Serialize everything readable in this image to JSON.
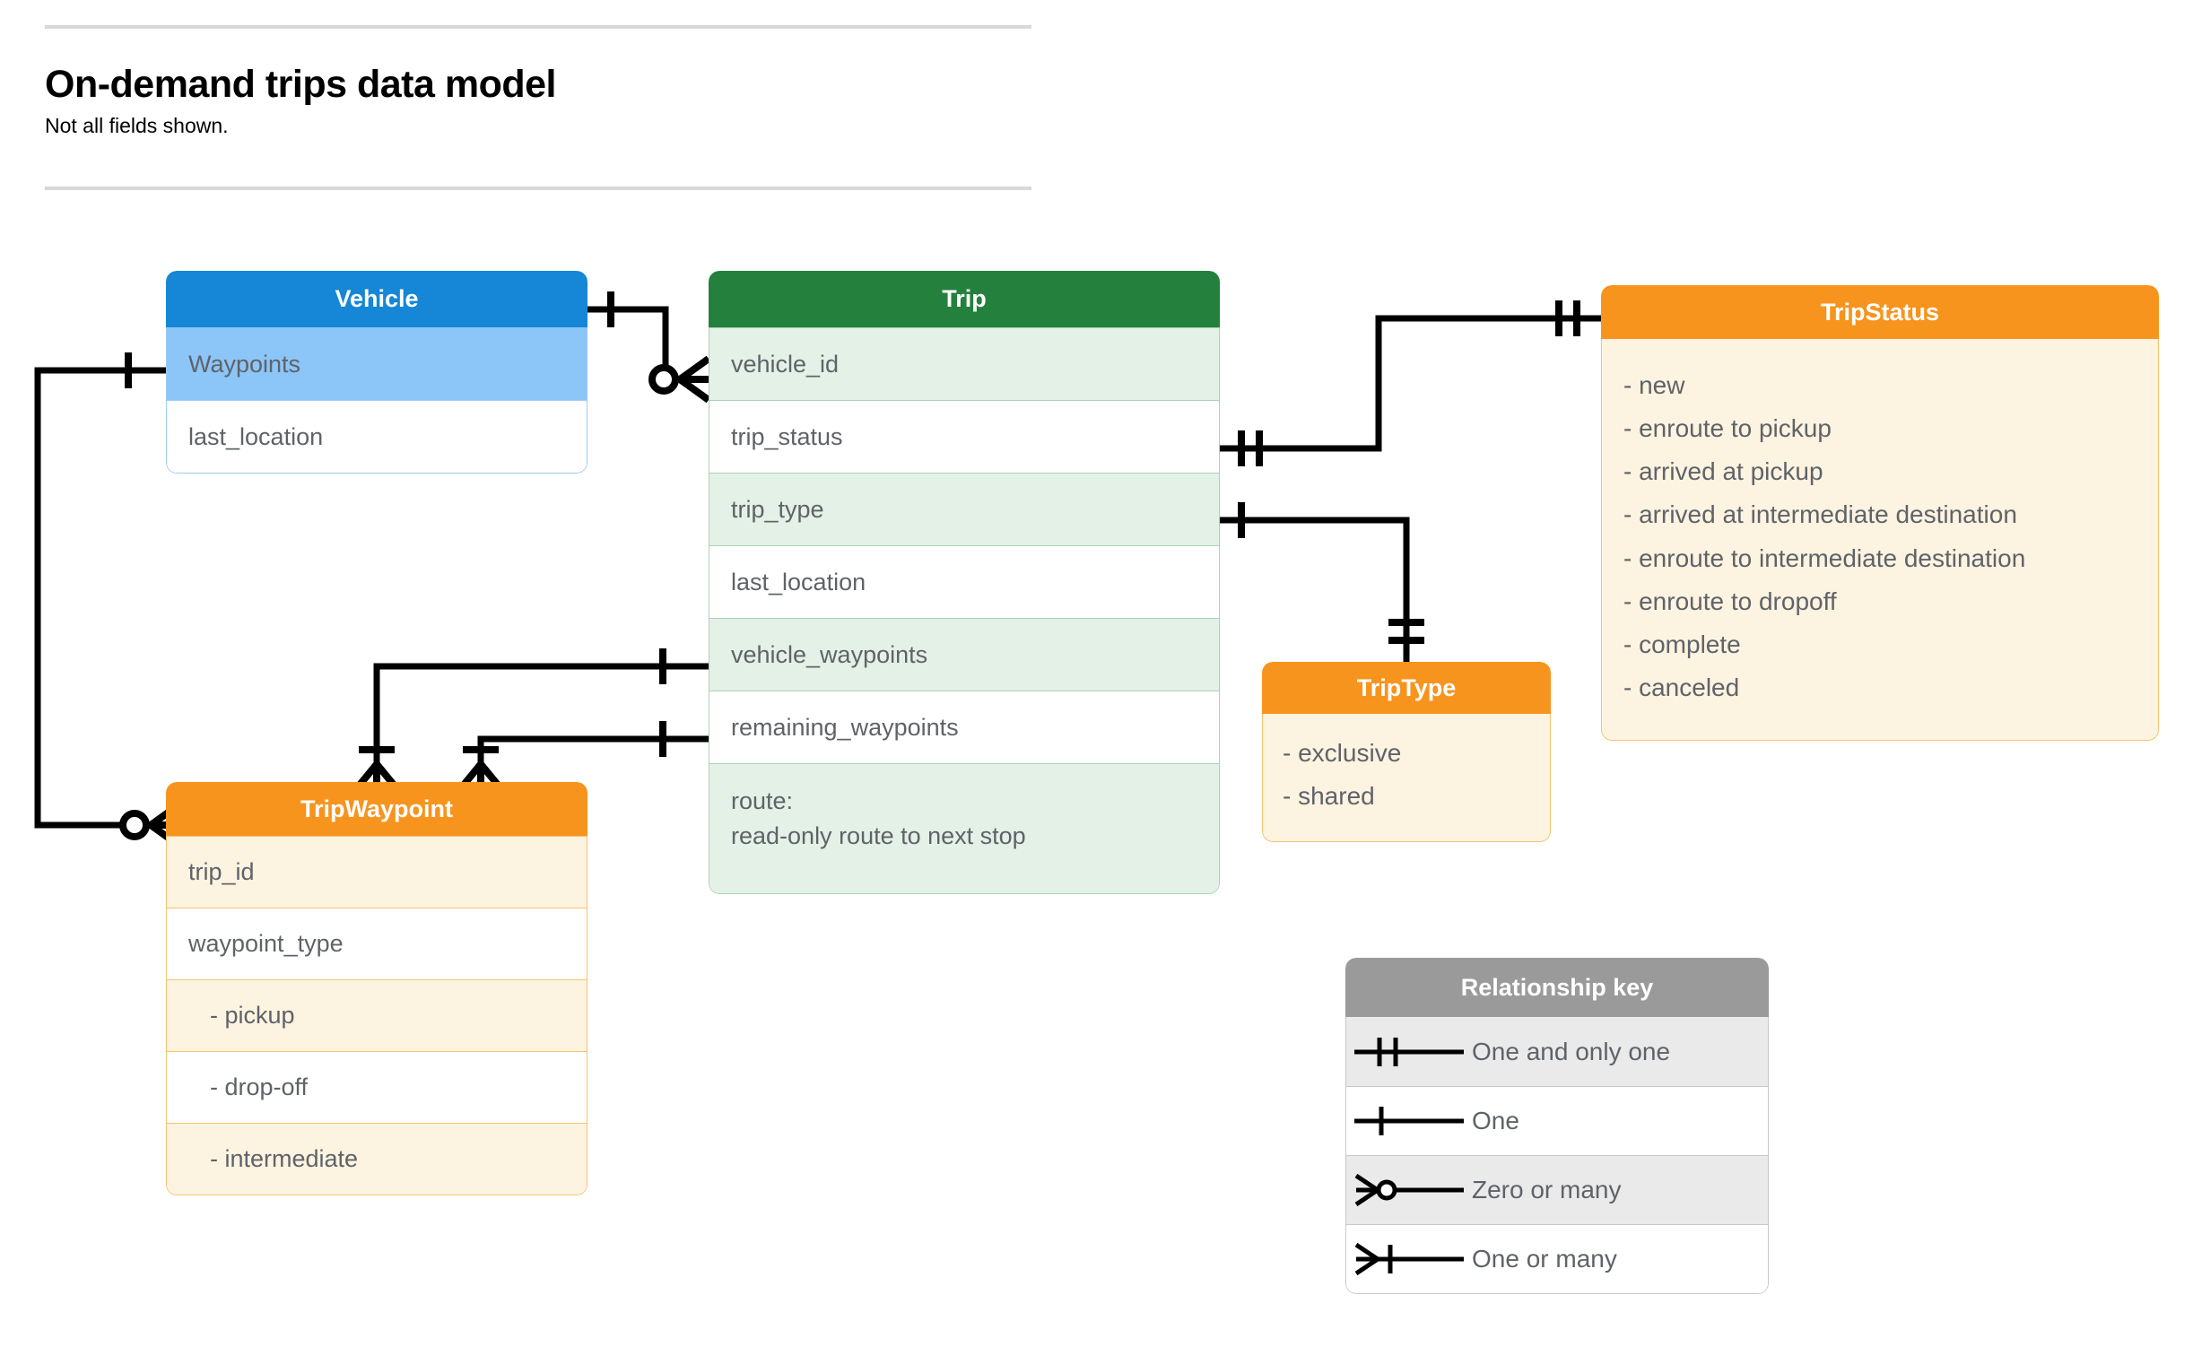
{
  "header": {
    "title": "On-demand trips data model",
    "subtitle": "Not all fields shown."
  },
  "entities": {
    "vehicle": {
      "name": "Vehicle",
      "header_color": "#1587D6",
      "rows": [
        {
          "label": "Waypoints"
        },
        {
          "label": "last_location"
        }
      ]
    },
    "trip": {
      "name": "Trip",
      "header_color": "#23803D",
      "rows": [
        {
          "label": "vehicle_id"
        },
        {
          "label": "trip_status"
        },
        {
          "label": "trip_type"
        },
        {
          "label": "last_location"
        },
        {
          "label": "vehicle_waypoints"
        },
        {
          "label": "remaining_waypoints"
        },
        {
          "label": "route:",
          "label2": "read-only route to next stop"
        }
      ]
    },
    "trip_status": {
      "name": "TripStatus",
      "header_color": "#F7941E",
      "values": [
        "- new",
        "- enroute to pickup",
        "- arrived at pickup",
        "- arrived at intermediate destination",
        "- enroute to intermediate destination",
        "- enroute to dropoff",
        "- complete",
        "- canceled"
      ]
    },
    "trip_type": {
      "name": "TripType",
      "header_color": "#F7941E",
      "values": [
        "- exclusive",
        "- shared"
      ]
    },
    "trip_waypoint": {
      "name": "TripWaypoint",
      "header_color": "#F7941E",
      "rows": [
        {
          "label": "trip_id"
        },
        {
          "label": "waypoint_type"
        },
        {
          "label": "-  pickup"
        },
        {
          "label": "-  drop-off"
        },
        {
          "label": "-  intermediate"
        }
      ]
    }
  },
  "legend": {
    "title": "Relationship key",
    "rows": [
      {
        "symbol": "one-and-only-one-symbol",
        "label": "One and only one"
      },
      {
        "symbol": "one-symbol",
        "label": "One"
      },
      {
        "symbol": "zero-or-many-symbol",
        "label": "Zero or many"
      },
      {
        "symbol": "one-or-many-symbol",
        "label": "One or many"
      }
    ]
  },
  "relationships": [
    {
      "from": "Vehicle",
      "from_card": "One",
      "to": "Trip.vehicle_id",
      "to_card": "Zero or many"
    },
    {
      "from": "Vehicle.Waypoints",
      "from_card": "One",
      "to": "TripWaypoint",
      "to_card": "Zero or many"
    },
    {
      "from": "Trip.trip_status",
      "from_card": "One and only one",
      "to": "TripStatus",
      "to_card": "One and only one"
    },
    {
      "from": "Trip.trip_type",
      "from_card": "One and only one",
      "to": "TripType",
      "to_card": "One and only one"
    },
    {
      "from": "Trip.vehicle_waypoints",
      "from_card": "One",
      "to": "TripWaypoint",
      "to_card": "One or many"
    },
    {
      "from": "Trip.remaining_waypoints",
      "from_card": "One",
      "to": "TripWaypoint",
      "to_card": "One or many"
    }
  ]
}
